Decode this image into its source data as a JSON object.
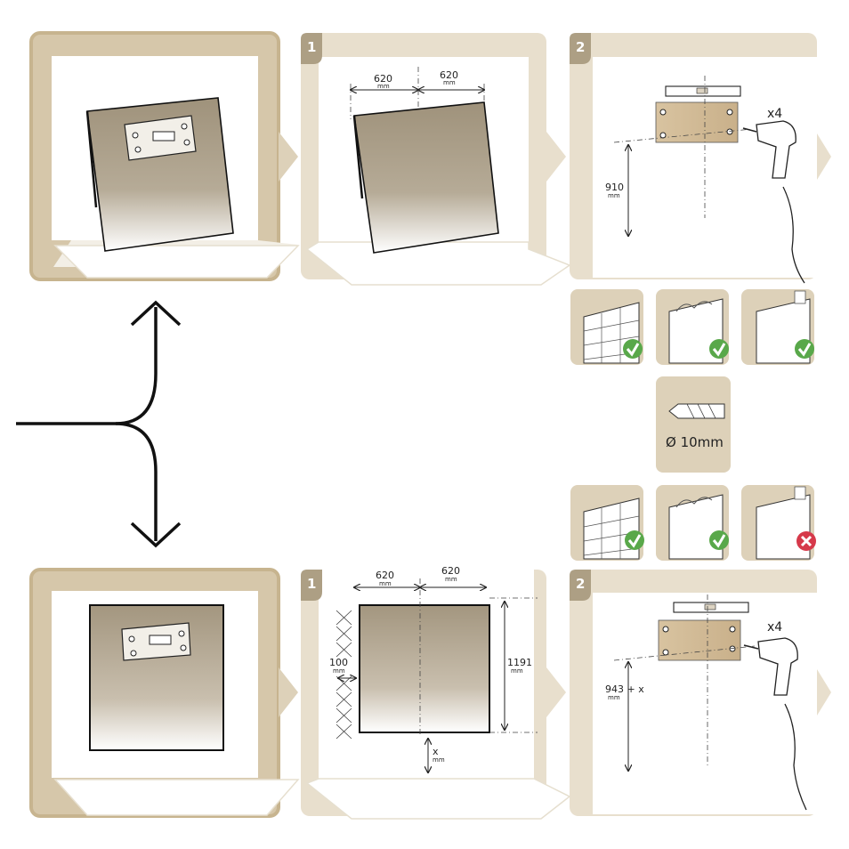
{
  "colors": {
    "panel_bg": "#ddd1b9",
    "panel_bg_light": "#ede6d6",
    "panel_border": "#cfc1a2",
    "wall": "#ffffff",
    "tv_panel": "#a89c86",
    "ok_green": "#59a84a",
    "no_red": "#d6394a"
  },
  "top_row": {
    "step1": {
      "number": "1",
      "width_left": "620",
      "width_left_unit": "mm",
      "width_right": "620",
      "width_right_unit": "mm"
    },
    "step2": {
      "number": "2",
      "height": "910",
      "height_unit": "mm",
      "screws": "x4"
    }
  },
  "bottom_row": {
    "step1": {
      "number": "1",
      "width_left": "620",
      "width_left_unit": "mm",
      "width_right": "620",
      "width_right_unit": "mm",
      "side_gap": "100",
      "side_gap_unit": "mm",
      "height": "1191",
      "height_unit": "mm",
      "floor_gap": "x",
      "floor_gap_unit": "mm"
    },
    "step2": {
      "number": "2",
      "height": "943 + x",
      "height_unit": "mm",
      "screws": "x4"
    }
  },
  "drill_bit": {
    "label": "Ø 10mm"
  },
  "wall_checks_top": [
    {
      "icon": "brick-wall-icon",
      "status": "check-icon"
    },
    {
      "icon": "hollow-wall-icon",
      "status": "check-icon"
    },
    {
      "icon": "drywall-icon",
      "status": "check-icon"
    }
  ],
  "wall_checks_bottom": [
    {
      "icon": "brick-wall-icon",
      "status": "check-icon"
    },
    {
      "icon": "hollow-wall-icon",
      "status": "check-icon"
    },
    {
      "icon": "drywall-icon",
      "status": "cross-icon"
    }
  ]
}
